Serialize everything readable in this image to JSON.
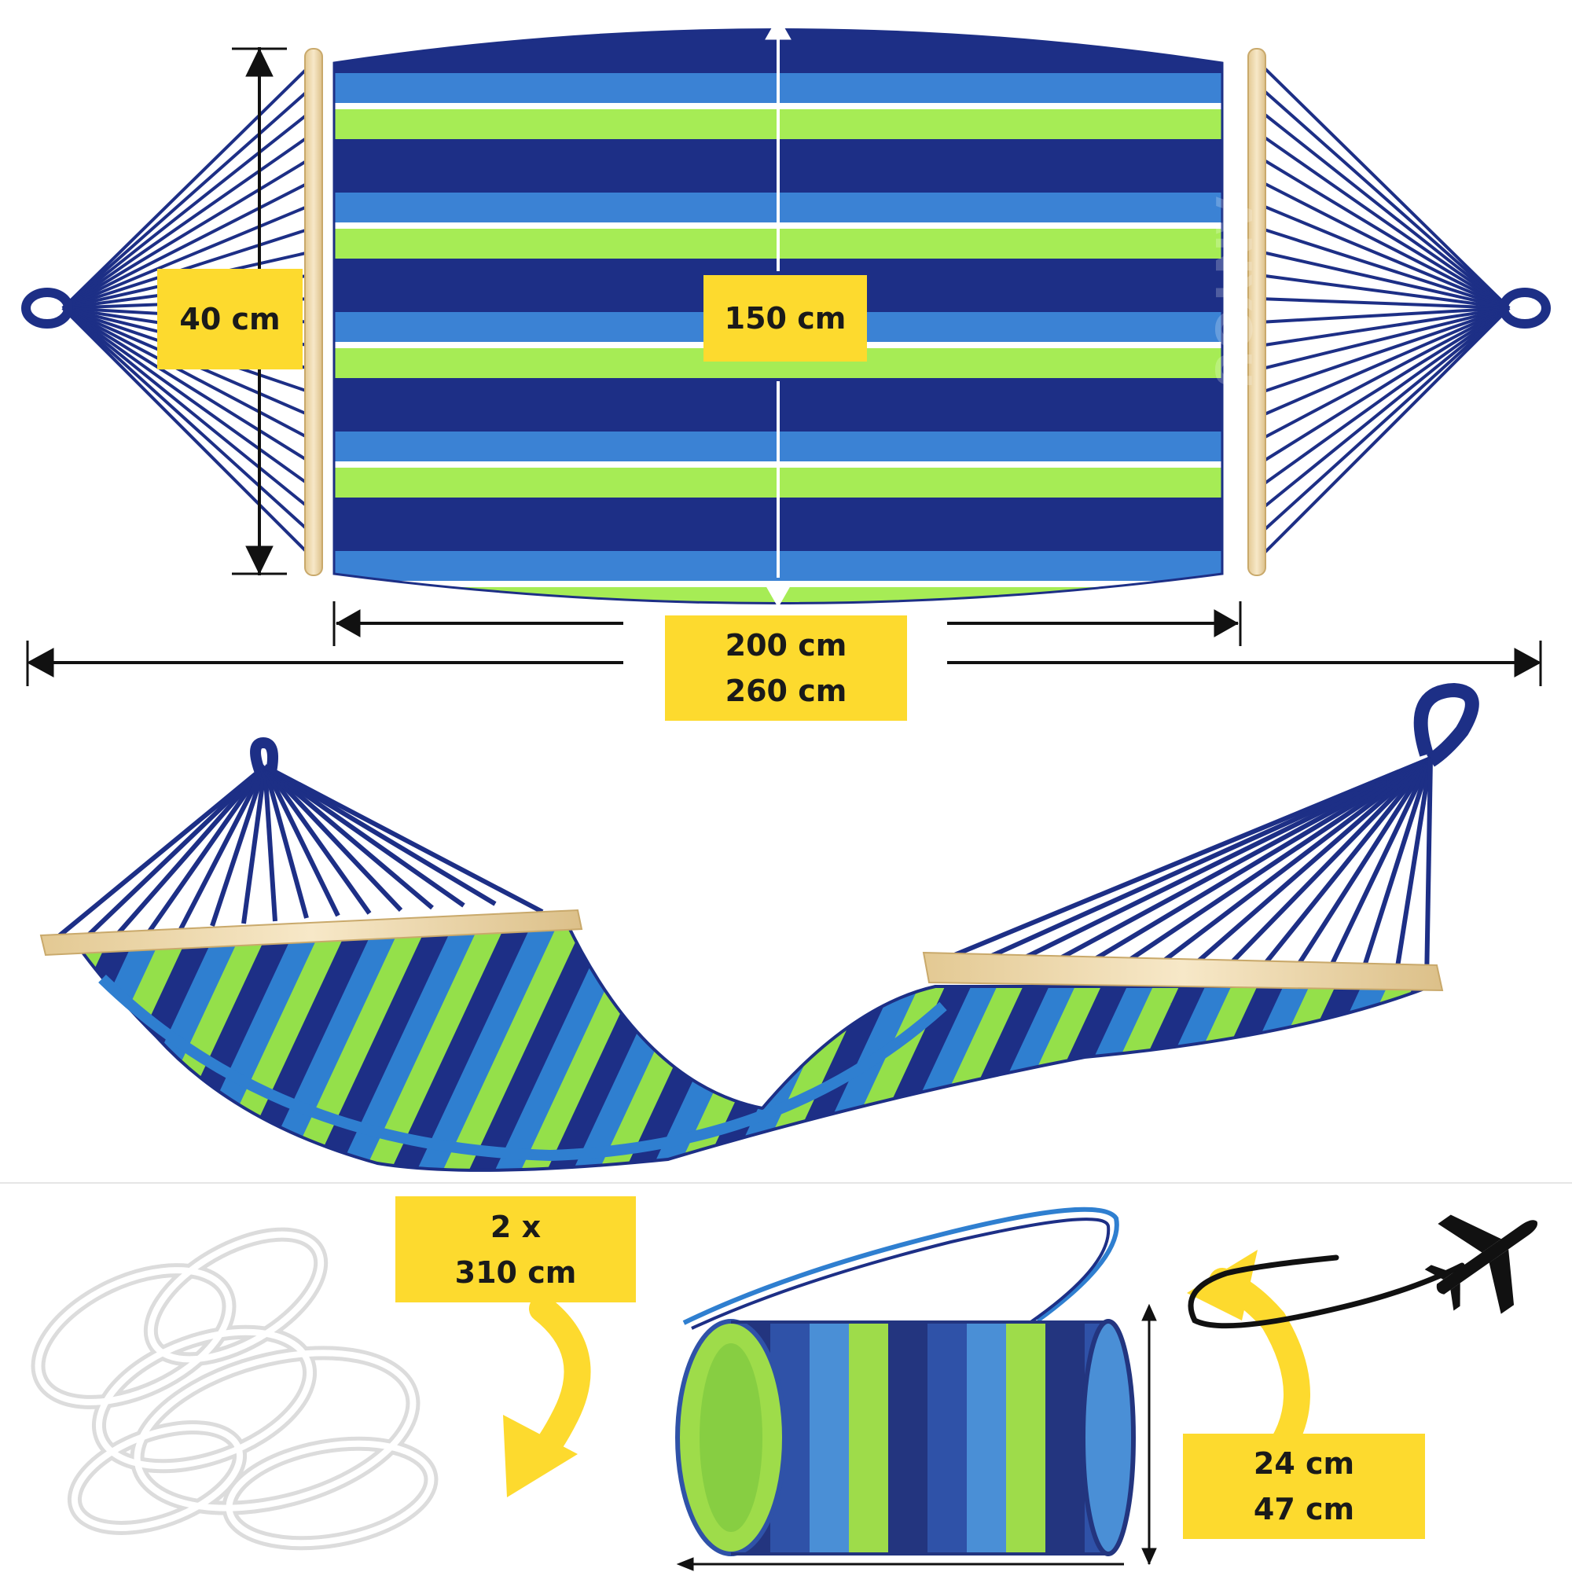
{
  "dimensions": {
    "hammock_width": "40 cm",
    "bed_length": "150 cm",
    "bed_length_200": "200 cm",
    "total_length": "260 cm",
    "rope_count": "2 x",
    "rope_length": "310 cm",
    "bag_size_1": "24 cm",
    "bag_size_2": "47 cm"
  },
  "watermark": "ANYOU",
  "colors": {
    "navy": "#1d2f86",
    "blue": "#3b82d4",
    "green": "#a6ec55",
    "wood": "#efdcb4",
    "label": "#fdda2e"
  },
  "icons": [
    "airplane-icon",
    "curved-arrow-icon"
  ]
}
